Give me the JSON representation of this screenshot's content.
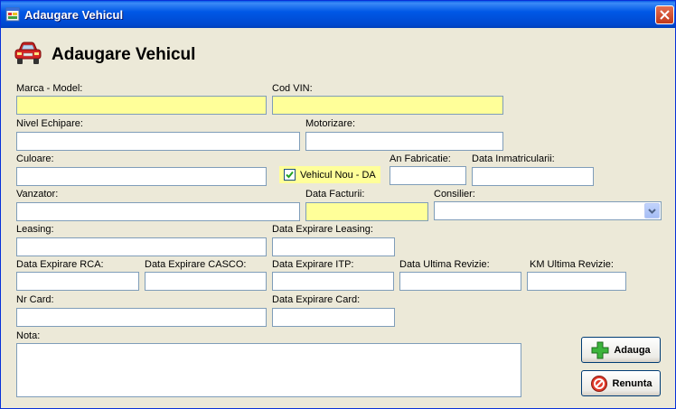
{
  "window": {
    "title": "Adaugare Vehicul"
  },
  "header": {
    "title": "Adaugare Vehicul",
    "icon": "car-icon"
  },
  "fields": {
    "marca_model": {
      "label": "Marca - Model:",
      "value": ""
    },
    "cod_vin": {
      "label": "Cod VIN:",
      "value": ""
    },
    "nivel_echipare": {
      "label": "Nivel Echipare:",
      "value": ""
    },
    "motorizare": {
      "label": "Motorizare:",
      "value": ""
    },
    "culoare": {
      "label": "Culoare:",
      "value": ""
    },
    "an_fabricatie": {
      "label": "An Fabricatie:",
      "value": ""
    },
    "data_inmatricularii": {
      "label": "Data Inmatricularii:",
      "value": ""
    },
    "vanzator": {
      "label": "Vanzator:",
      "value": ""
    },
    "data_facturii": {
      "label": "Data Facturii:",
      "value": ""
    },
    "consilier": {
      "label": "Consilier:",
      "value": ""
    },
    "leasing": {
      "label": "Leasing:",
      "value": ""
    },
    "data_expirare_leasing": {
      "label": "Data Expirare Leasing:",
      "value": ""
    },
    "data_expirare_rca": {
      "label": "Data Expirare RCA:",
      "value": ""
    },
    "data_expirare_casco": {
      "label": "Data Expirare CASCO:",
      "value": ""
    },
    "data_expirare_itp": {
      "label": "Data Expirare ITP:",
      "value": ""
    },
    "data_ultima_revizie": {
      "label": "Data Ultima Revizie:",
      "value": ""
    },
    "km_ultima_revizie": {
      "label": "KM Ultima Revizie:",
      "value": ""
    },
    "nr_card": {
      "label": "Nr Card:",
      "value": ""
    },
    "data_expirare_card": {
      "label": "Data Expirare Card:",
      "value": ""
    },
    "nota": {
      "label": "Nota:",
      "value": ""
    }
  },
  "vehicul_nou": {
    "label": "Vehicul Nou - DA",
    "checked": true
  },
  "buttons": {
    "adauga": "Adauga",
    "renunta": "Renunta"
  },
  "colors": {
    "required_field": "#ffff99",
    "titlebar": "#0058e6",
    "window_bg": "#ece9d8"
  }
}
